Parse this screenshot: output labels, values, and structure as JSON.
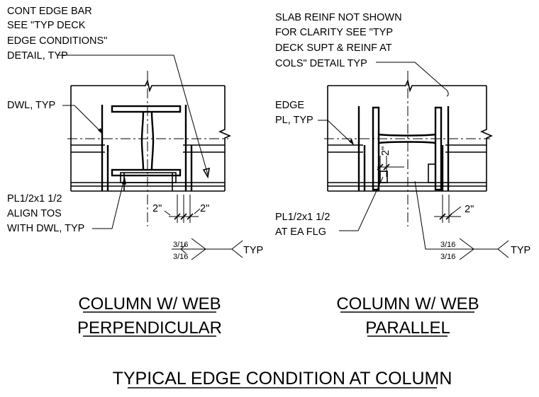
{
  "left_detail": {
    "note_edge_bar": [
      "CONT EDGE BAR",
      "SEE \"TYP DECK",
      "EDGE CONDITIONS\"",
      "DETAIL, TYP"
    ],
    "note_dwl": "DWL, TYP",
    "note_plate": [
      "PL1/2x1 1/2",
      "ALIGN TOS",
      "WITH DWL, TYP"
    ],
    "dim_left": "2\"",
    "dim_right": "2\"",
    "weld_top": "3/16",
    "weld_bottom": "3/16",
    "weld_note": "TYP",
    "title_lines": [
      "COLUMN W/ WEB",
      "PERPENDICULAR"
    ]
  },
  "right_detail": {
    "note_slab": [
      "SLAB REINF NOT SHOWN",
      "FOR CLARITY SEE \"TYP",
      "DECK SUPT & REINF AT",
      "COLS\" DETAIL TYP"
    ],
    "note_edge_pl": [
      "EDGE",
      "PL, TYP"
    ],
    "note_plate": [
      "PL1/2x1 1/2",
      "AT EA FLG"
    ],
    "dim_web": "2\"",
    "dim_right": "2\"",
    "weld_top": "3/16",
    "weld_bottom": "3/16",
    "weld_note": "TYP",
    "title_lines": [
      "COLUMN W/ WEB",
      "PARALLEL"
    ]
  },
  "main_title": "TYPICAL EDGE CONDITION AT COLUMN"
}
